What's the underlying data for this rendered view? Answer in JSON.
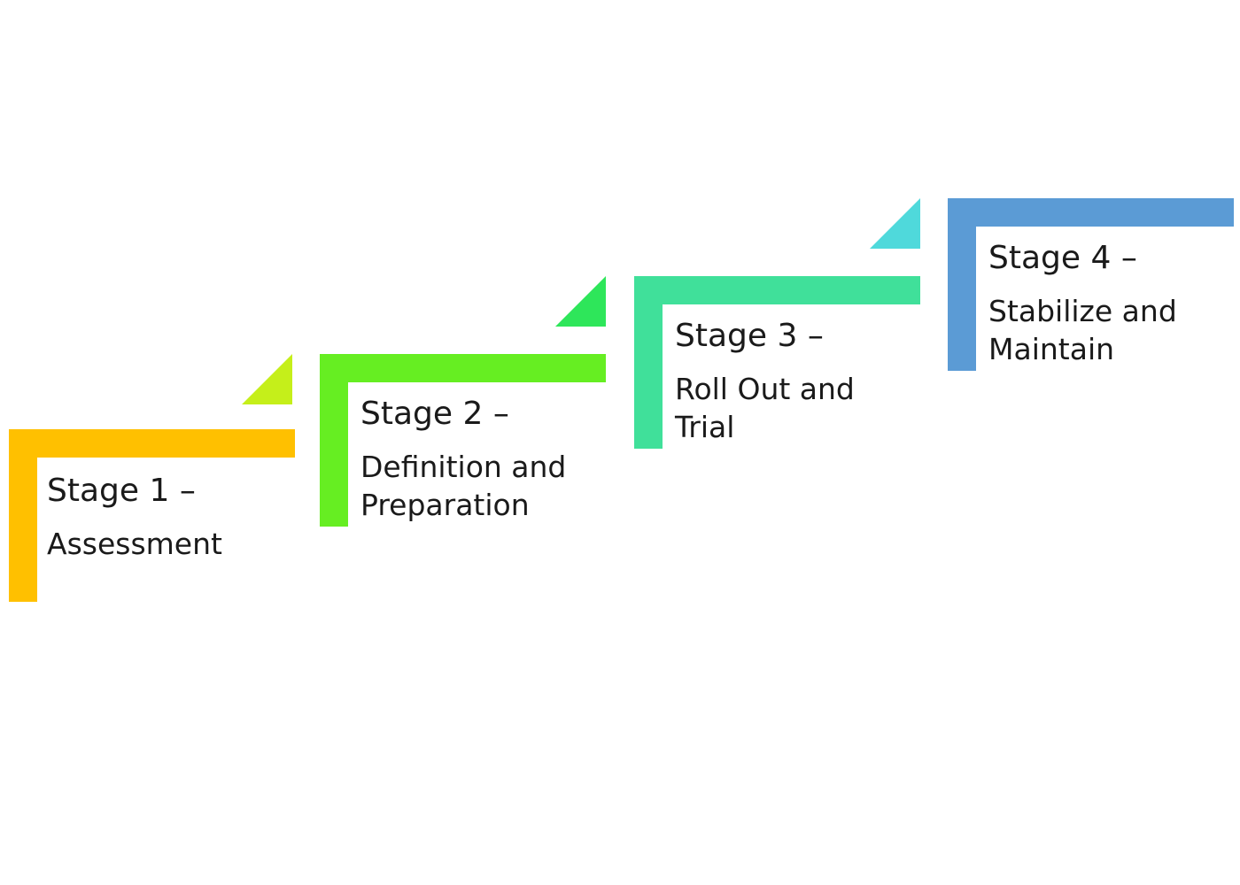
{
  "stages": [
    {
      "title": "Stage 1 –",
      "description": "Assessment",
      "color": "#ffc000",
      "accent_color": "#c5ef1a"
    },
    {
      "title": "Stage 2 –",
      "description": "Definition and\nPreparation",
      "color": "#66ee22",
      "accent_color": "#2ee65a"
    },
    {
      "title": "Stage 3 –",
      "description": "Roll Out and\nTrial",
      "color": "#40e09a",
      "accent_color": "#4fd9db"
    },
    {
      "title": "Stage 4 –",
      "description": "Stabilize and\nMaintain",
      "color": "#5b9bd5"
    }
  ]
}
